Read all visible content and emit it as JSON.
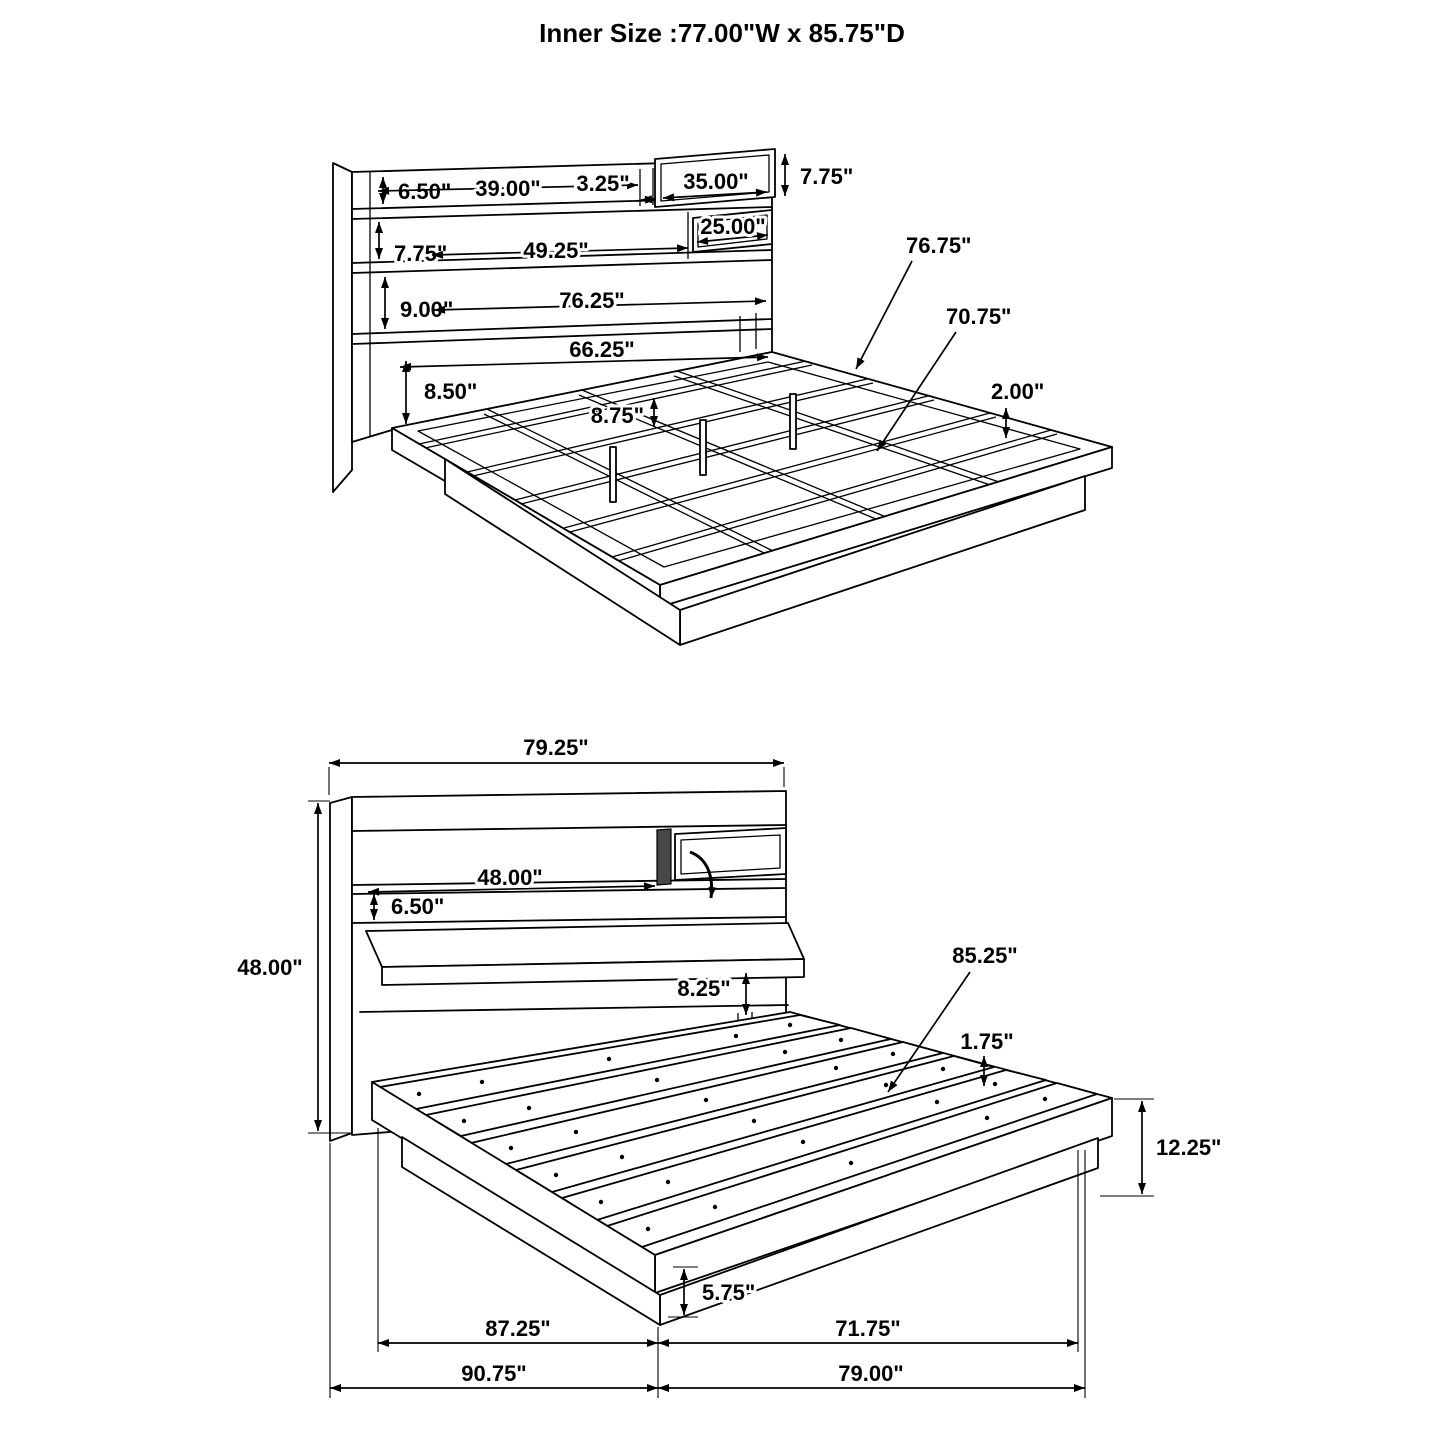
{
  "title": "Inner Size :77.00\"W x 85.75\"D",
  "top_view": {
    "dims": {
      "top_shelf_height": "6.50\"",
      "top_shelf_width": "39.00\"",
      "top_shelf_gap": "3.25\"",
      "top_cubby_width": "35.00\"",
      "top_cubby_height": "7.75\"",
      "middle_shelf_height": "7.75\"",
      "middle_shelf_width": "49.25\"",
      "middle_cubby_width": "25.00\"",
      "bottom_shelf_height": "9.00\"",
      "bottom_shelf_width": "76.25\"",
      "inner_width": "66.25\"",
      "rail_height": "8.50\"",
      "slat_spacing": "8.75\"",
      "side_rail_length": "76.75\"",
      "center_rail_length": "70.75\"",
      "slat_thickness": "2.00\""
    }
  },
  "front_view": {
    "dims": {
      "headboard_width": "79.25\"",
      "headboard_height": "48.00\"",
      "shelf_opening_width": "48.00\"",
      "shelf_opening_height": "6.50\"",
      "ledge_height": "8.25\"",
      "platform_length": "85.25\"",
      "slat_gap": "1.75\"",
      "platform_height": "12.25\"",
      "base_height": "5.75\"",
      "frame_depth": "87.25\"",
      "footboard_length": "71.75\"",
      "overall_depth": "90.75\"",
      "base_length": "79.00\""
    }
  }
}
